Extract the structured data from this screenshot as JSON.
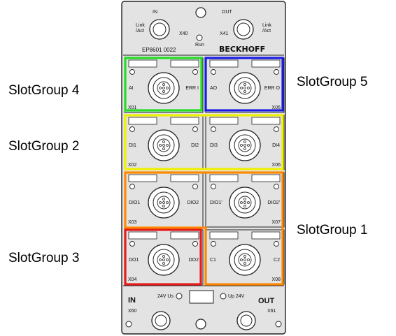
{
  "module": {
    "model": "EP8601 0022",
    "brand": "BECKHOFF",
    "colors": {
      "housing": "#e3e3e3",
      "outline": "#222222"
    },
    "top_ports": {
      "in_label": "IN",
      "out_label": "OUT",
      "x40_label": "X40",
      "x41_label": "X41",
      "link_left": [
        "Link",
        "/Act"
      ],
      "link_right": [
        "Link",
        "/Act"
      ],
      "run_label": "Run"
    },
    "bottom_ports": {
      "in_label": "IN",
      "out_label": "OUT",
      "x60_label": "X60",
      "x61_label": "X61",
      "us_label": "24V Us",
      "up_label": "Up 24V"
    },
    "slots": [
      {
        "id": "X01",
        "left": "AI",
        "right": "ERR I"
      },
      {
        "id": "X05",
        "left": "AO",
        "right": "ERR O"
      },
      {
        "id": "X02",
        "left": "DI1",
        "right": "DI2"
      },
      {
        "id": "X06",
        "left": "DI3",
        "right": "DI4"
      },
      {
        "id": "X03",
        "left": "DIO1",
        "right": "DIO2"
      },
      {
        "id": "X07",
        "left": "DIO1'",
        "right": "DIO2'"
      },
      {
        "id": "X04",
        "left": "DO1",
        "right": "DO2"
      },
      {
        "id": "X08",
        "left": "C1",
        "right": "C2"
      }
    ]
  },
  "slot_groups": [
    {
      "name": "SlotGroup 4",
      "color": "#22dd22"
    },
    {
      "name": "SlotGroup 5",
      "color": "#1a1ae6"
    },
    {
      "name": "SlotGroup 2",
      "color": "#f0f000"
    },
    {
      "name": "SlotGroup 3",
      "color": "#e61a1a"
    },
    {
      "name": "SlotGroup 1",
      "color": "#ff8800"
    }
  ]
}
